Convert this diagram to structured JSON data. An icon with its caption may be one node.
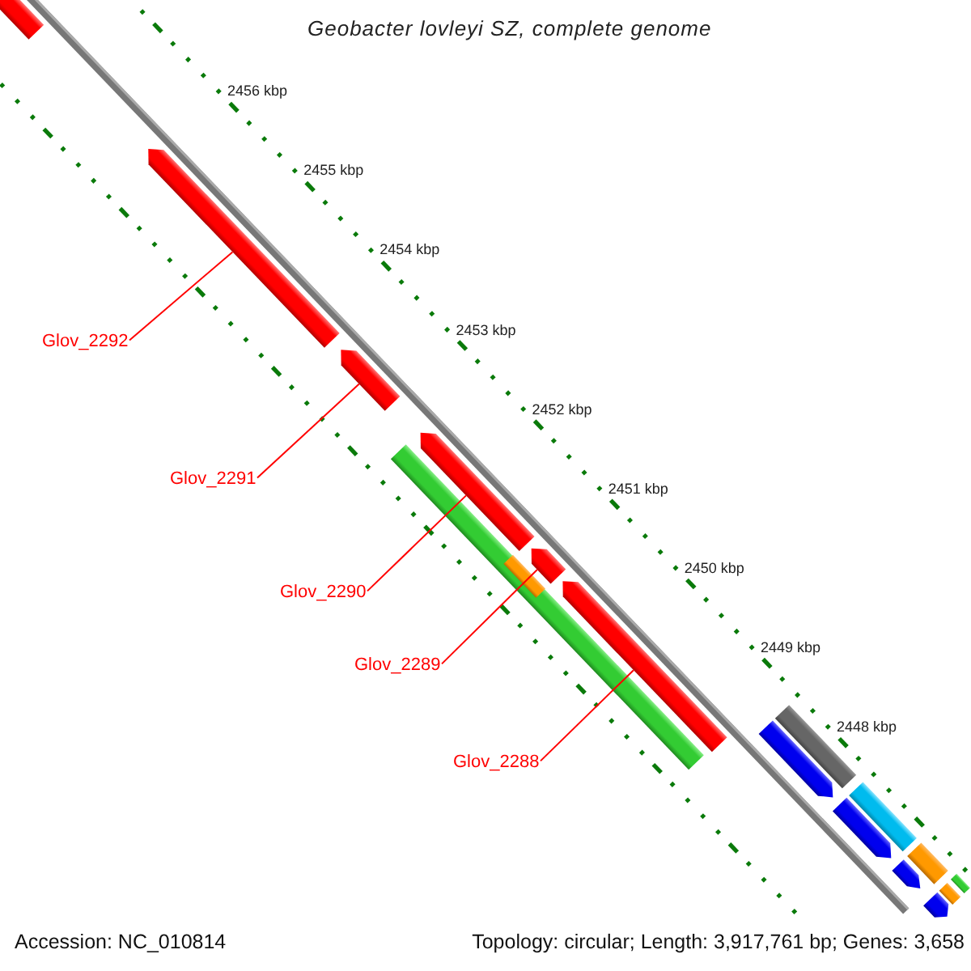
{
  "diagram": {
    "title": "Geobacter lovleyi SZ, complete genome",
    "nodes": [
      {
        "text": [
          "Glov_2292"
        ]
      },
      {
        "text": [
          "Glov_2291"
        ]
      },
      {
        "text": [
          "Glov_2290"
        ]
      },
      {
        "text": [
          "Glov_2289"
        ]
      },
      {
        "text": [
          "Glov_2288"
        ]
      },
      {
        "text": [],
        "shape": "arrow"
      },
      {
        "text": [],
        "shape": "arrow"
      },
      {
        "text": [],
        "shape": "arrow"
      },
      {
        "text": [],
        "shape": "arrow"
      },
      {
        "text": [],
        "shape": "arrow"
      },
      {
        "text": [],
        "shape": "arrow"
      },
      {
        "text": [],
        "shape": "bar"
      },
      {
        "text": [],
        "shape": "bar",
        "in": 11
      },
      {
        "text": [],
        "shape": "bar"
      },
      {
        "text": [],
        "shape": "arrow"
      },
      {
        "text": [],
        "shape": "bar"
      },
      {
        "text": [],
        "shape": "arrow"
      },
      {
        "text": [],
        "shape": "arrow"
      },
      {
        "text": [],
        "shape": "bar"
      },
      {
        "text": [],
        "shape": "bar"
      },
      {
        "text": [],
        "shape": "bar"
      },
      {
        "text": [],
        "shape": "arrow"
      }
    ],
    "edges": [
      {
        "from": 0,
        "to": 6,
        "arrow": "none",
        "color": "#ff0000"
      },
      {
        "from": 1,
        "to": 7,
        "arrow": "none",
        "color": "#ff0000"
      },
      {
        "from": 2,
        "to": 8,
        "arrow": "none",
        "color": "#ff0000"
      },
      {
        "from": 3,
        "to": 9,
        "arrow": "none",
        "color": "#ff0000"
      },
      {
        "from": 4,
        "to": 10,
        "arrow": "none",
        "color": "#ff0000"
      }
    ],
    "labels": [
      "2456 kbp",
      "2455 kbp",
      "2454 kbp",
      "2453 kbp",
      "2452 kbp",
      "2451 kbp",
      "2450 kbp",
      "2449 kbp",
      "2448 kbp",
      "Accession: NC_010814",
      "Topology: circular; Length: 3,917,761 bp; Genes: 3,658"
    ]
  }
}
